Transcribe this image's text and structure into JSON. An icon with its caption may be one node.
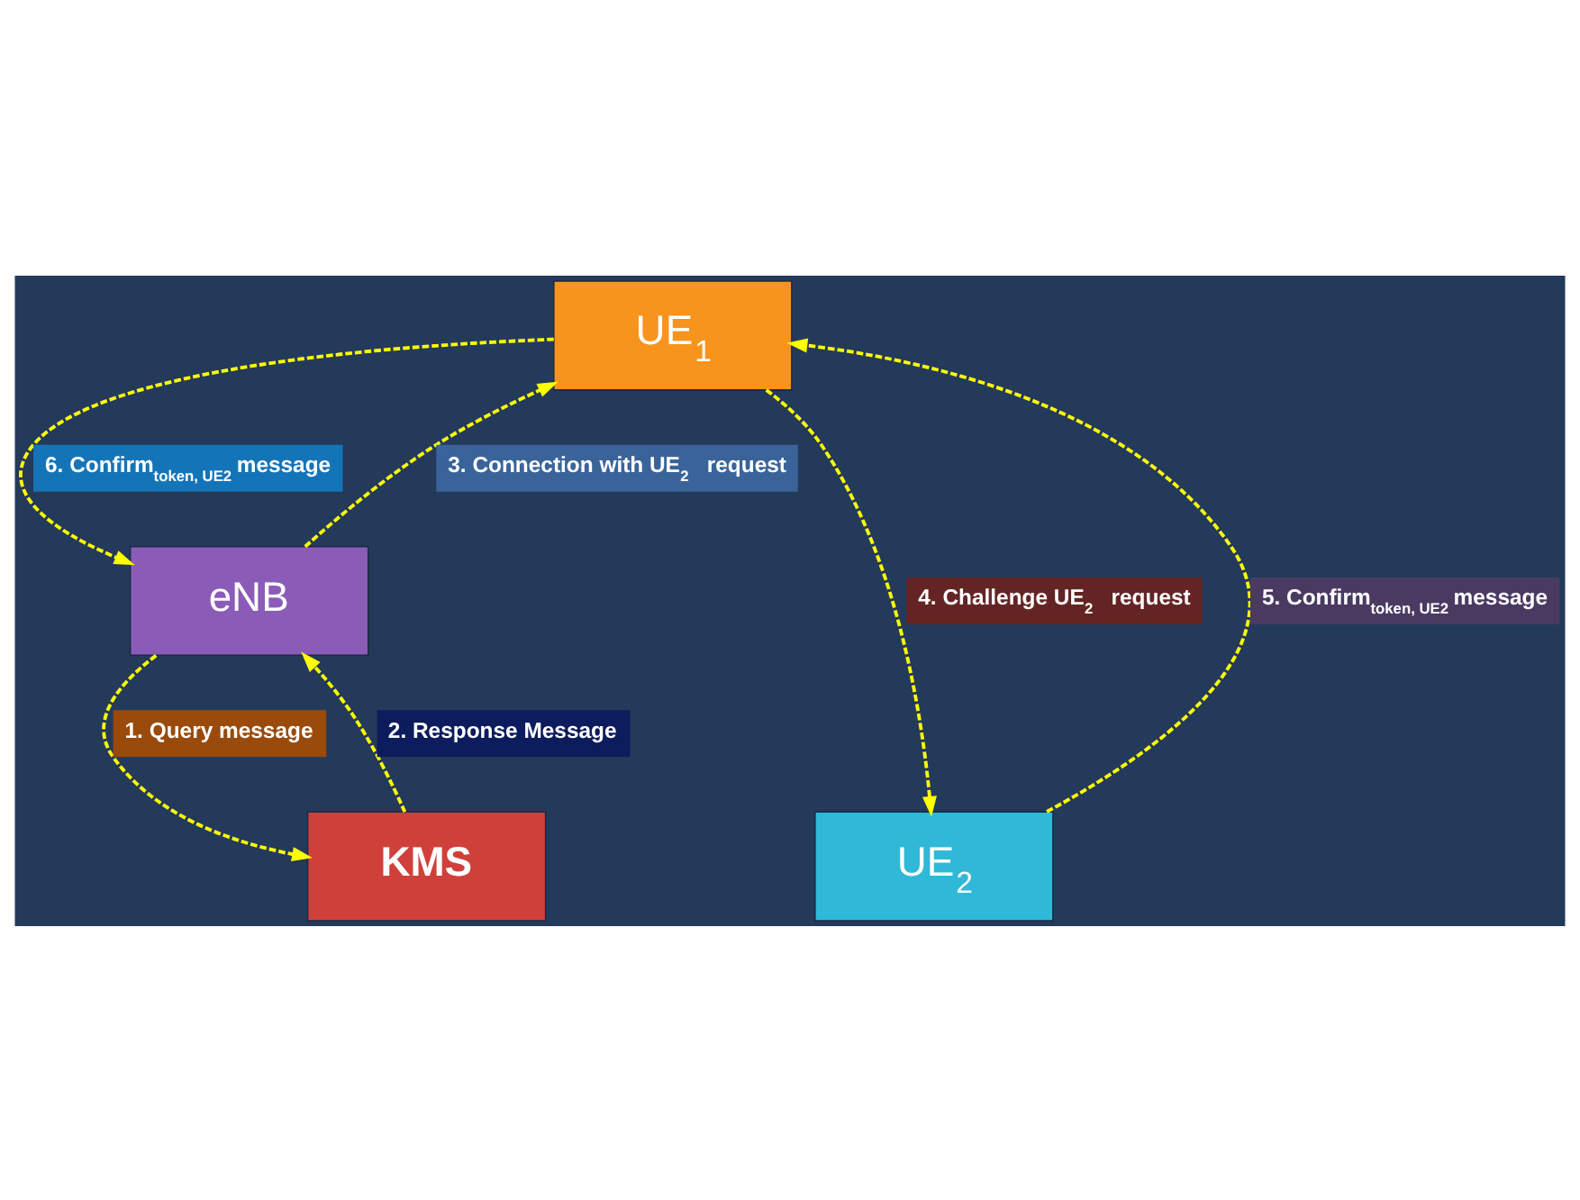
{
  "diagram": {
    "nodes": [
      {
        "text": [
          "UE$_{1}$"
        ]
      },
      {
        "text": [
          "eNB"
        ]
      },
      {
        "text": [
          "KMS"
        ]
      },
      {
        "text": [
          "UE$_{2}$"
        ]
      }
    ],
    "edges": [
      {
        "from": 1,
        "to": 2,
        "arrow": "to",
        "style": "dashed",
        "label": "1. Query message"
      },
      {
        "from": 2,
        "to": 1,
        "arrow": "to",
        "style": "dashed",
        "label": "2. Response Message"
      },
      {
        "from": 1,
        "to": 0,
        "arrow": "to",
        "style": "dashed",
        "label": "3. Connection with UE$_{2}$ request"
      },
      {
        "from": 0,
        "to": 3,
        "arrow": "to",
        "style": "dashed",
        "label": "4. Challenge UE$_{2}$ request"
      },
      {
        "from": 3,
        "to": 0,
        "arrow": "to",
        "style": "dashed",
        "label": "5. Confirm$_{token, UE}$$_{2}$ message"
      },
      {
        "from": 0,
        "to": 1,
        "arrow": "to",
        "style": "dashed",
        "label": "6. Confirm$_{token, UE}$$_{2}$ message"
      }
    ]
  }
}
